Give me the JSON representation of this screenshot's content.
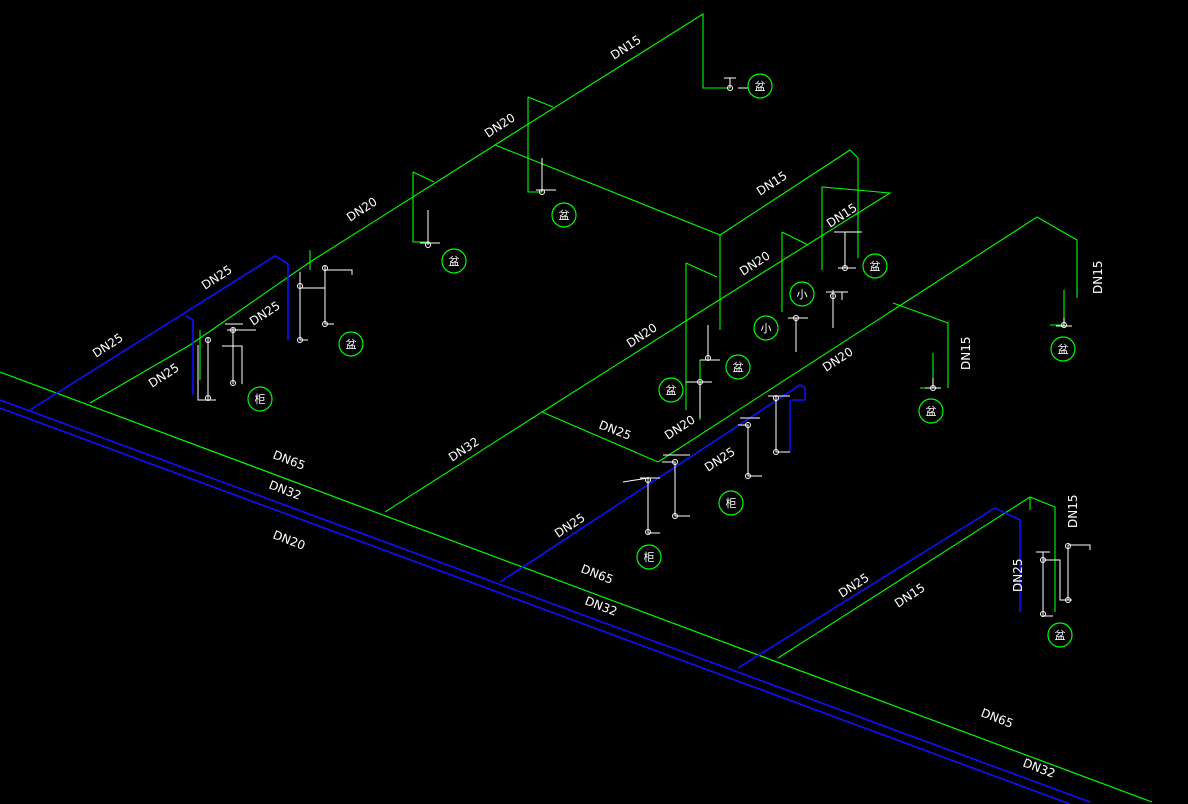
{
  "colors": {
    "background": "#000000",
    "green_pipe": "#00ff00",
    "blue_pipe": "#1010ff",
    "fixture_white": "#ffffff",
    "label": "#ffffff"
  },
  "labels": {
    "dn65": "DN65",
    "dn32": "DN32",
    "dn25": "DN25",
    "dn20": "DN20",
    "dn15": "DN15"
  },
  "fixture_marks": {
    "basin": "盆",
    "cabinet": "柜",
    "small": "小"
  }
}
